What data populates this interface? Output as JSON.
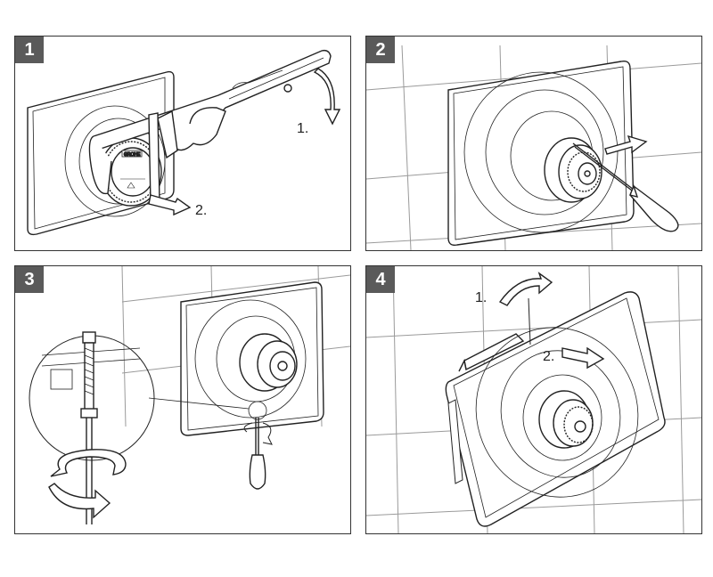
{
  "panels": [
    {
      "number": "1",
      "labels": {
        "step_a": "1.",
        "step_b": "2."
      }
    },
    {
      "number": "2"
    },
    {
      "number": "3"
    },
    {
      "number": "4",
      "labels": {
        "step_a": "1.",
        "step_b": "2."
      }
    }
  ],
  "brand_text": "GROHE",
  "icons": [
    "wrench-icon",
    "screwdriver-icon",
    "rotate-arrow-icon",
    "pull-arrow-icon"
  ],
  "colors": {
    "line": "#222222",
    "badge": "#5a5a5a",
    "tile": "#9a9a9a"
  }
}
